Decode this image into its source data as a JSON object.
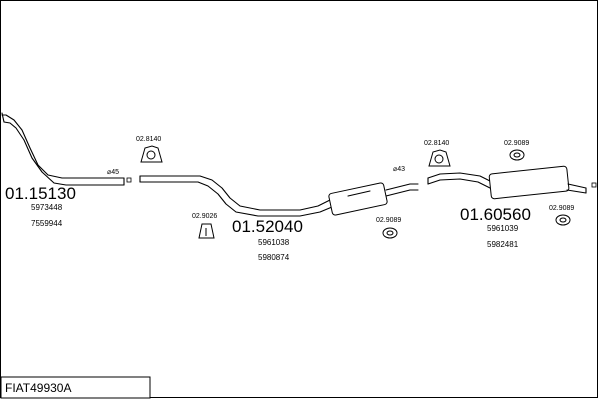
{
  "diagram_id": "FIAT49930A",
  "parts": [
    {
      "code": "01.15130",
      "refs": [
        "5973448",
        "7559944"
      ],
      "diameter": "⌀45"
    },
    {
      "code": "01.52040",
      "refs": [
        "5961038",
        "5980874"
      ]
    },
    {
      "code": "01.60560",
      "refs": [
        "5961039",
        "5982481"
      ],
      "diameter": "⌀43"
    }
  ],
  "accessories": [
    {
      "code": "02.8140"
    },
    {
      "code": "02.9026"
    },
    {
      "code": "02.9089"
    },
    {
      "code": "02.8140"
    },
    {
      "code": "02.9089"
    },
    {
      "code": "02.9089"
    }
  ]
}
